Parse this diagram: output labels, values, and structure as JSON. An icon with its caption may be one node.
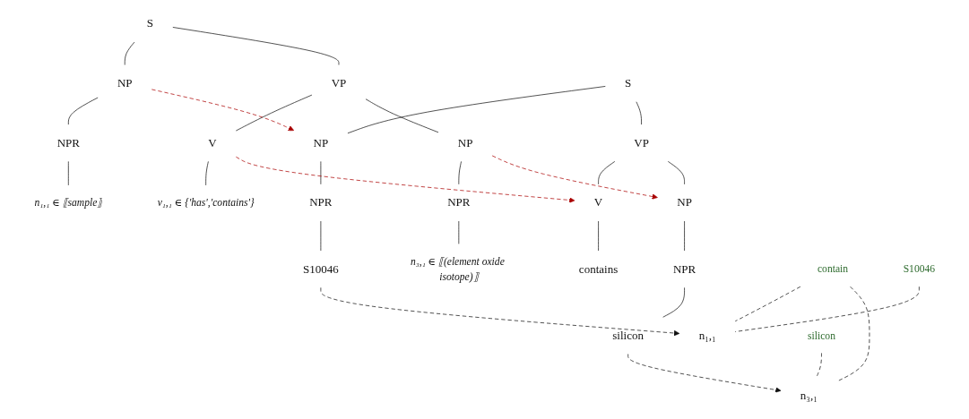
{
  "diagram": {
    "nodes": [
      {
        "text": [
          "S"
        ]
      },
      {
        "text": [
          "NP"
        ]
      },
      {
        "text": [
          "VP"
        ]
      },
      {
        "text": [
          "NPR"
        ]
      },
      {
        "text": [
          "V"
        ]
      },
      {
        "text": [
          "NP"
        ]
      },
      {
        "text": [
          "n₁,₁ ∈ ⟦sample⟧"
        ]
      },
      {
        "text": [
          "v₁,₁ ∈ {'has','contains'}"
        ]
      },
      {
        "text": [
          "NPR"
        ]
      },
      {
        "text": [
          "n₃,₁ ∈ ⟦(element oxide isotope)⟧"
        ]
      },
      {
        "text": [
          "S"
        ]
      },
      {
        "text": [
          "NP"
        ]
      },
      {
        "text": [
          "VP"
        ]
      },
      {
        "text": [
          "NPR"
        ]
      },
      {
        "text": [
          "V"
        ]
      },
      {
        "text": [
          "NP"
        ]
      },
      {
        "text": [
          "S10046"
        ]
      },
      {
        "text": [
          "contains"
        ]
      },
      {
        "text": [
          "NPR"
        ]
      },
      {
        "text": [
          "silicon"
        ]
      },
      {
        "text": [
          "contain"
        ]
      },
      {
        "text": [
          "n₁,₁"
        ]
      },
      {
        "text": [
          "n₃,₁"
        ]
      },
      {
        "text": [
          "S10046"
        ]
      },
      {
        "text": [
          "silicon"
        ]
      }
    ],
    "edges": [
      {
        "from": 0,
        "to": 1,
        "arrow": "none"
      },
      {
        "from": 0,
        "to": 2,
        "arrow": "none"
      },
      {
        "from": 1,
        "to": 3,
        "arrow": "none"
      },
      {
        "from": 2,
        "to": 4,
        "arrow": "none"
      },
      {
        "from": 2,
        "to": 5,
        "arrow": "none"
      },
      {
        "from": 3,
        "to": 6,
        "arrow": "none"
      },
      {
        "from": 4,
        "to": 7,
        "arrow": "none"
      },
      {
        "from": 5,
        "to": 8,
        "arrow": "none"
      },
      {
        "from": 8,
        "to": 9,
        "arrow": "none"
      },
      {
        "from": 10,
        "to": 11,
        "arrow": "none"
      },
      {
        "from": 10,
        "to": 12,
        "arrow": "none"
      },
      {
        "from": 11,
        "to": 13,
        "arrow": "none"
      },
      {
        "from": 12,
        "to": 14,
        "arrow": "none"
      },
      {
        "from": 12,
        "to": 15,
        "arrow": "none"
      },
      {
        "from": 13,
        "to": 16,
        "arrow": "none"
      },
      {
        "from": 14,
        "to": 17,
        "arrow": "none"
      },
      {
        "from": 15,
        "to": 18,
        "arrow": "none"
      },
      {
        "from": 18,
        "to": 19,
        "arrow": "none"
      },
      {
        "from": 20,
        "to": 21,
        "arrow": "none",
        "style": "dashed"
      },
      {
        "from": 20,
        "to": 22,
        "arrow": "none",
        "style": "dashed"
      },
      {
        "from": 1,
        "to": 11,
        "arrow": "to",
        "style": "dashed",
        "color": "#aa0000"
      },
      {
        "from": 4,
        "to": 14,
        "arrow": "to",
        "style": "dashed",
        "color": "#aa0000"
      },
      {
        "from": 5,
        "to": 15,
        "arrow": "to",
        "style": "dashed",
        "color": "#aa0000"
      },
      {
        "from": 16,
        "to": 21,
        "arrow": "to",
        "style": "dashed"
      },
      {
        "from": 19,
        "to": 22,
        "arrow": "to",
        "style": "dashed"
      },
      {
        "from": 23,
        "to": 21,
        "arrow": "none",
        "style": "dashed"
      },
      {
        "from": 24,
        "to": 22,
        "arrow": "none",
        "style": "dashed"
      }
    ]
  }
}
